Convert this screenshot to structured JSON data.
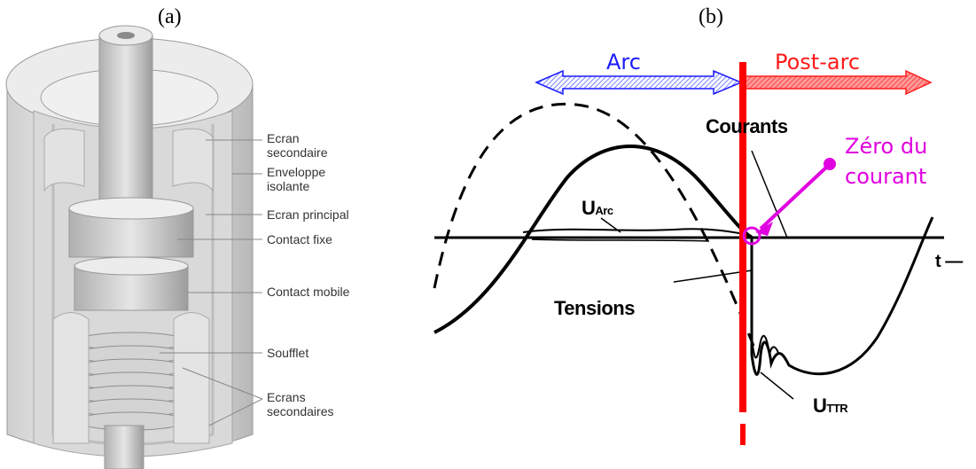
{
  "panels": {
    "a": "(a)",
    "b": "(b)"
  },
  "parts": {
    "ecran_secondaire_1": "Ecran",
    "ecran_secondaire_2": "secondaire",
    "enveloppe_1": "Enveloppe",
    "enveloppe_2": "isolante",
    "ecran_principal": "Ecran principal",
    "contact_fixe": "Contact fixe",
    "contact_mobile": "Contact mobile",
    "soufflet": "Soufflet",
    "ecrans_1": "Ecrans",
    "ecrans_2": "secondaires"
  },
  "phases": {
    "arc": "Arc",
    "post_arc": "Post-arc"
  },
  "labels": {
    "courants": "Courants",
    "tensions": "Tensions",
    "zero_1": "Zéro du",
    "zero_2": "courant",
    "u_arc_main": "U",
    "u_arc_sub": "Arc",
    "u_ttr_main": "U",
    "u_ttr_sub": "TTR",
    "t_axis": "t —"
  },
  "colors": {
    "arc": "#1a1aff",
    "post_arc": "#ff1a1a",
    "zero": "#e000e0",
    "red_line": "#ff0000"
  }
}
